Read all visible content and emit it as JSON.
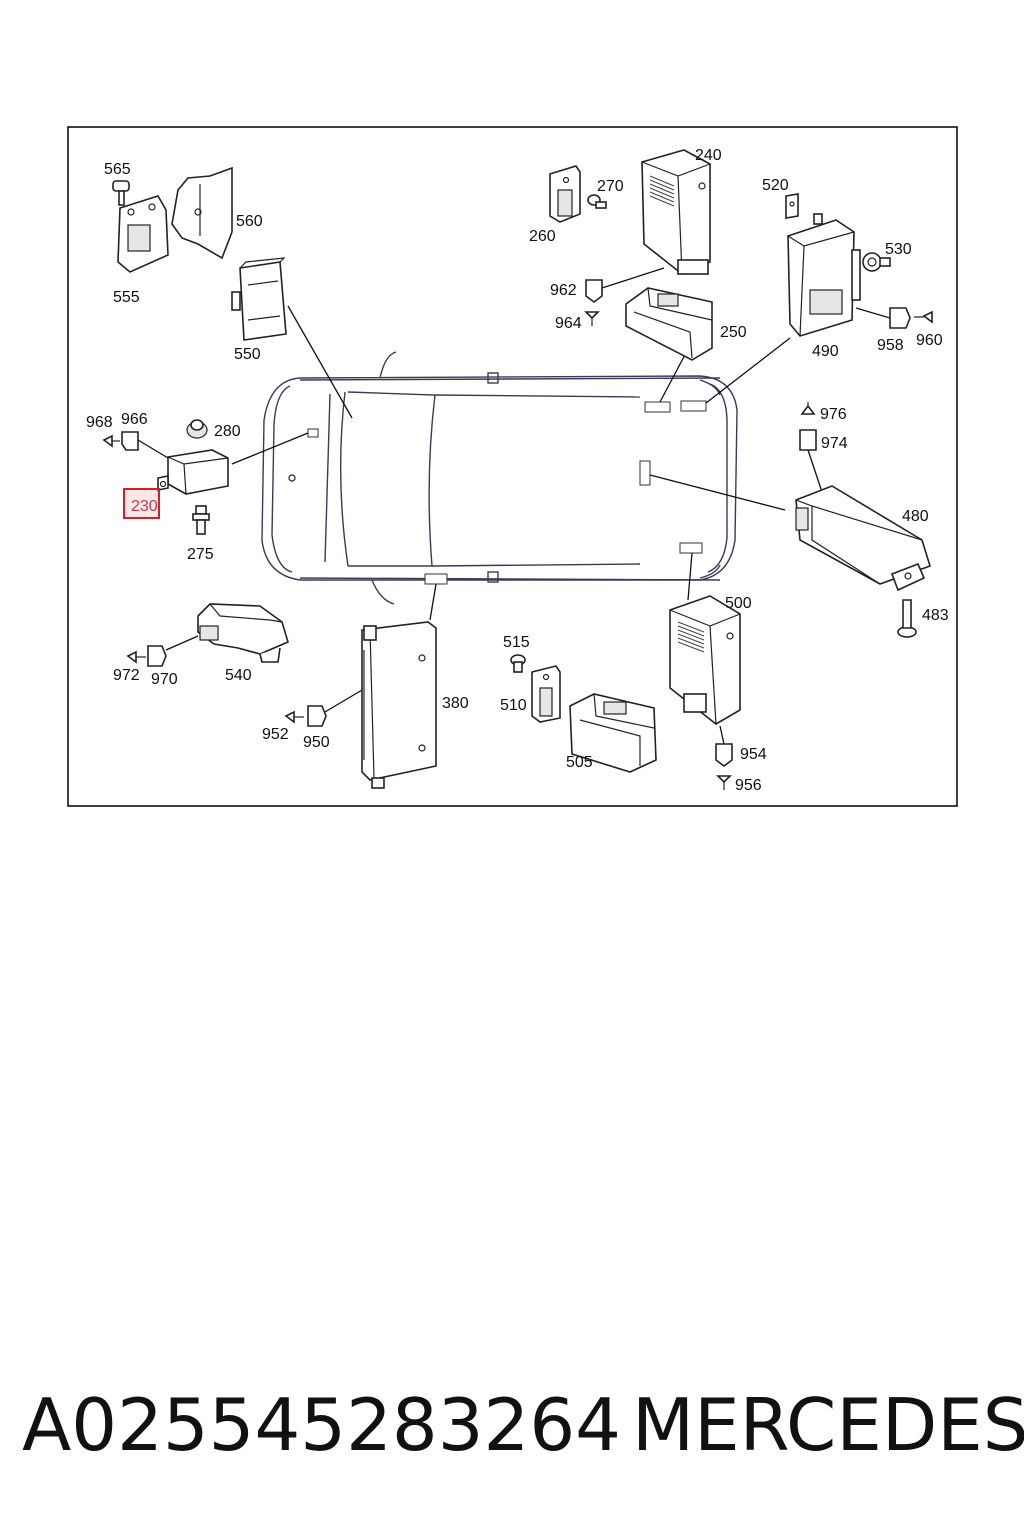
{
  "diagram": {
    "labels": {
      "p565": "565",
      "p560": "560",
      "p555": "555",
      "p550": "550",
      "p968": "968",
      "p966": "966",
      "p280": "280",
      "p230": "230",
      "p275": "275",
      "p972": "972",
      "p970": "970",
      "p540": "540",
      "p952": "952",
      "p950": "950",
      "p380": "380",
      "p515": "515",
      "p510": "510",
      "p505": "505",
      "p260": "260",
      "p270": "270",
      "p240": "240",
      "p962": "962",
      "p964": "964",
      "p250": "250",
      "p520": "520",
      "p530": "530",
      "p490": "490",
      "p958": "958",
      "p960": "960",
      "p976": "976",
      "p974": "974",
      "p480": "480",
      "p483": "483",
      "p500": "500",
      "p954": "954",
      "p956": "956"
    },
    "highlighted_part": "230",
    "highlight_color": "#d0202a"
  },
  "footer": {
    "part_number": "A025545283264",
    "brand": "MERCEDES"
  }
}
